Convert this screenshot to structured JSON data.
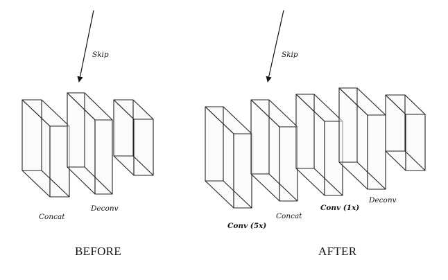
{
  "before": {
    "caption": "BEFORE",
    "skip_label": "Skip",
    "labels": {
      "concat": "Concat",
      "deconv": "Deconv"
    }
  },
  "after": {
    "caption": "AFTER",
    "skip_label": "Skip",
    "labels": {
      "conv5": "Conv (5x)",
      "concat": "Concat",
      "conv1": "Conv (1x)",
      "deconv": "Deconv"
    }
  }
}
